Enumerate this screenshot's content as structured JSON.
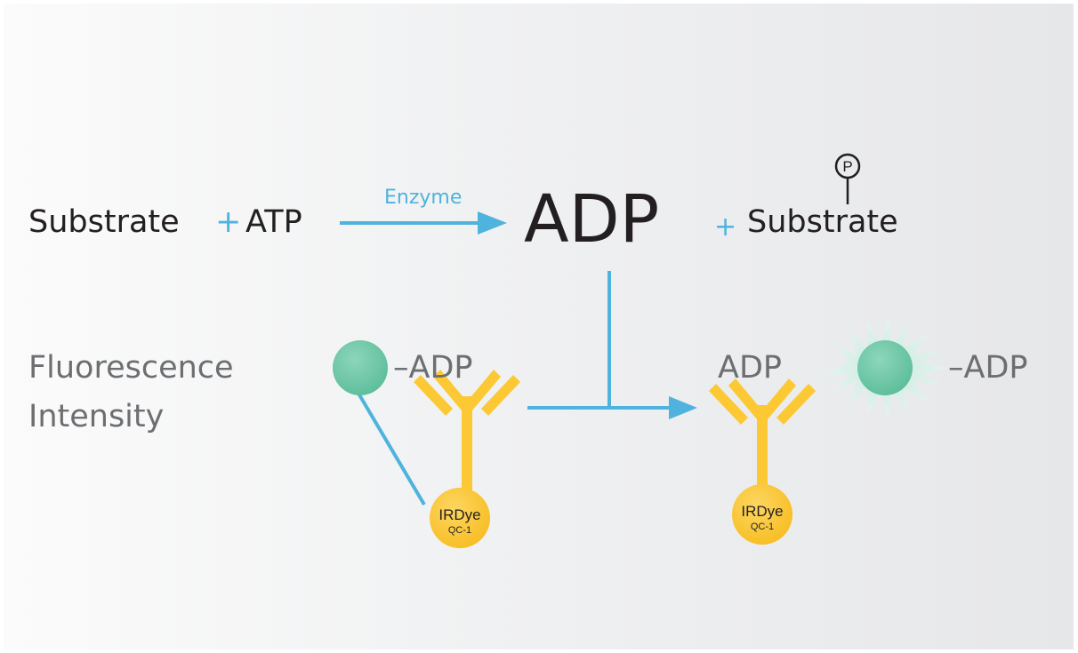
{
  "reaction": {
    "substrate": "Substrate",
    "plus_1": "+",
    "atp": "ATP",
    "enzyme": "Enzyme",
    "adp": "ADP",
    "plus_2": "+",
    "phospho_substrate": "Substrate",
    "phosphate_symbol": "P"
  },
  "detection": {
    "label_line1": "Fluorescence",
    "label_line2": "Intensity",
    "tracer_left_label": "–ADP",
    "free_adp": "ADP",
    "tracer_right_label": "–ADP",
    "dye_line1": "IRDye",
    "dye_line2": "QC-1"
  },
  "colors": {
    "arrow": "#4fb3dd",
    "antibody": "#fcc934",
    "fluor": "#6fc9a8",
    "text_dark": "#231f20",
    "text_grey": "#6d6e71"
  }
}
